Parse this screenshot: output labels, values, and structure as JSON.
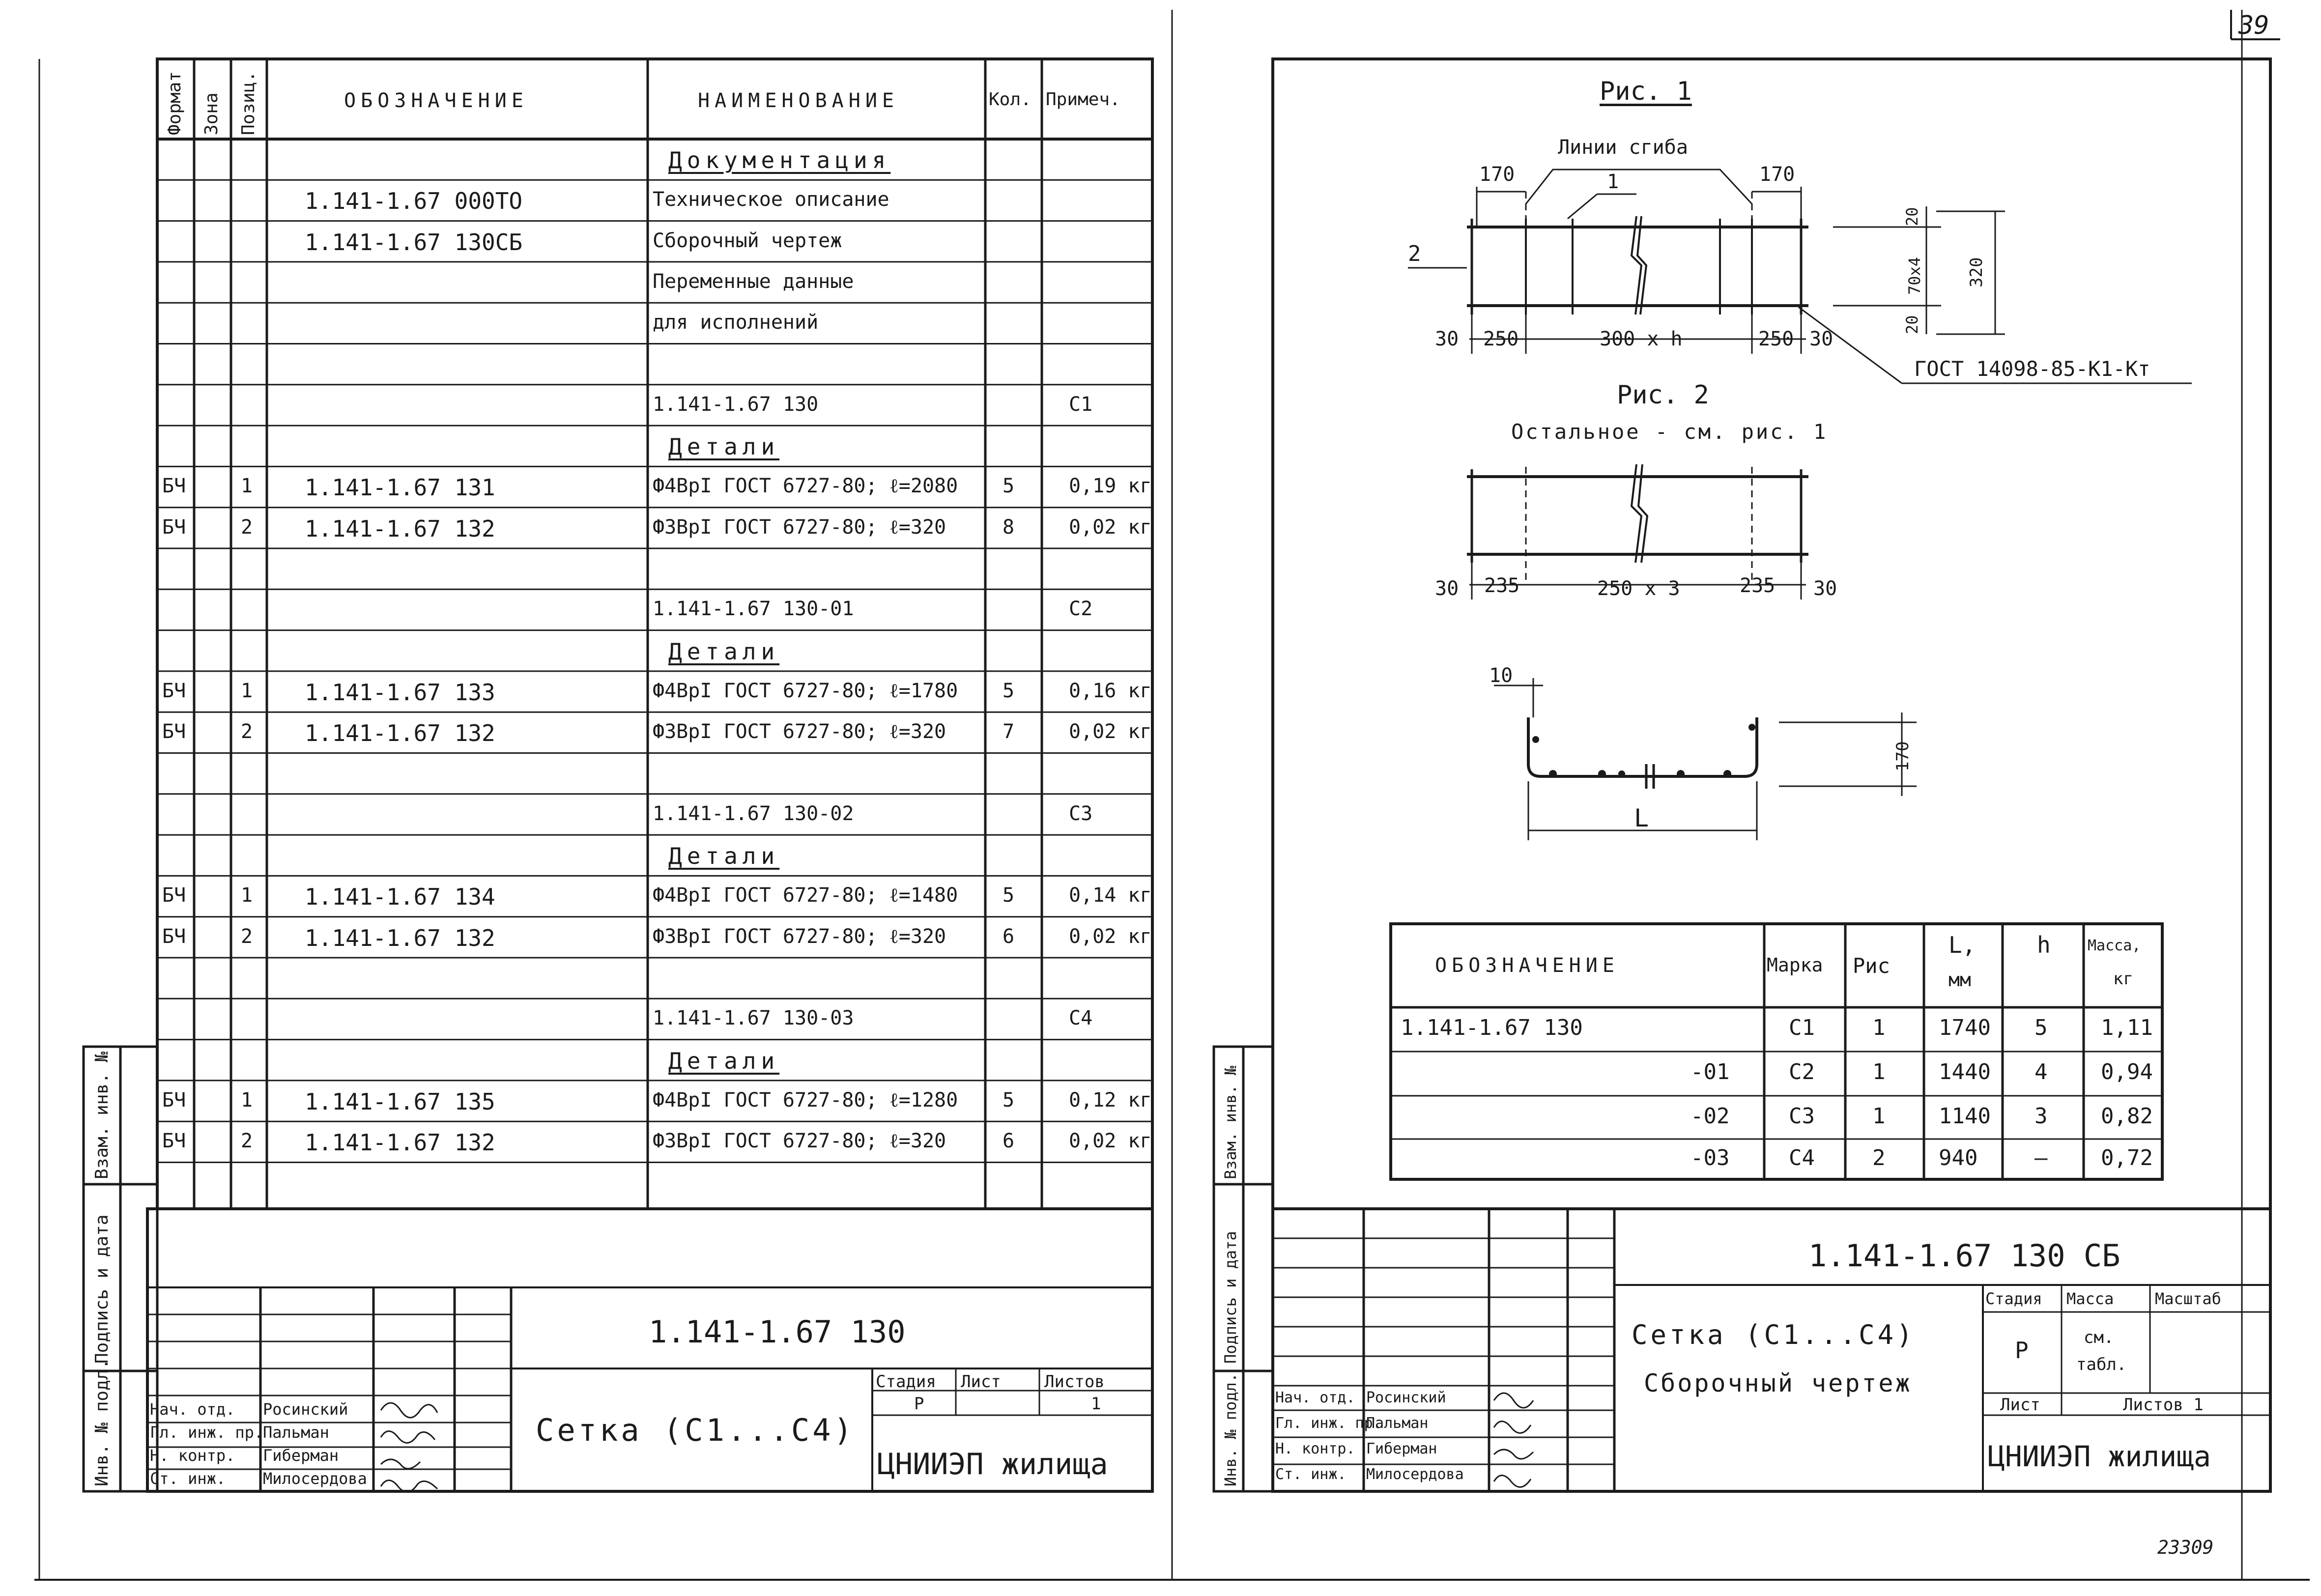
{
  "page_number": "39",
  "archive_number": "23309",
  "spec": {
    "headers": {
      "format": "Формат",
      "zone": "Зона",
      "pos": "Позиц.",
      "designation": "ОБОЗНАЧЕНИЕ",
      "name": "НАИМЕНОВАНИЕ",
      "qty": "Кол.",
      "note": "Примеч."
    },
    "rows": [
      {
        "fmt": "",
        "zone": "",
        "pos": "",
        "des": "",
        "name": "Документация",
        "qty": "",
        "note": "",
        "section": true
      },
      {
        "fmt": "",
        "zone": "",
        "pos": "",
        "des": "1.141-1.67 000ТО",
        "name": "Техническое описание",
        "qty": "",
        "note": ""
      },
      {
        "fmt": "",
        "zone": "",
        "pos": "",
        "des": "1.141-1.67 130СБ",
        "name": "Сборочный чертеж",
        "qty": "",
        "note": ""
      },
      {
        "fmt": "",
        "zone": "",
        "pos": "",
        "des": "",
        "name": "Переменные данные",
        "qty": "",
        "note": ""
      },
      {
        "fmt": "",
        "zone": "",
        "pos": "",
        "des": "",
        "name": "для исполнений",
        "qty": "",
        "note": ""
      },
      {
        "fmt": "",
        "zone": "",
        "pos": "",
        "des": "",
        "name": "",
        "qty": "",
        "note": ""
      },
      {
        "fmt": "",
        "zone": "",
        "pos": "",
        "des": "",
        "name": "1.141-1.67 130",
        "qty": "",
        "note": "С1"
      },
      {
        "fmt": "",
        "zone": "",
        "pos": "",
        "des": "",
        "name": "Детали",
        "qty": "",
        "note": "",
        "section": true
      },
      {
        "fmt": "БЧ",
        "zone": "",
        "pos": "1",
        "des": "1.141-1.67 131",
        "name": "Ф4ВрI ГОСТ 6727-80; ℓ=2080",
        "qty": "5",
        "note": "0,19 кг"
      },
      {
        "fmt": "БЧ",
        "zone": "",
        "pos": "2",
        "des": "1.141-1.67 132",
        "name": "Ф3ВрI ГОСТ 6727-80; ℓ=320",
        "qty": "8",
        "note": "0,02 кг"
      },
      {
        "fmt": "",
        "zone": "",
        "pos": "",
        "des": "",
        "name": "",
        "qty": "",
        "note": ""
      },
      {
        "fmt": "",
        "zone": "",
        "pos": "",
        "des": "",
        "name": "1.141-1.67 130-01",
        "qty": "",
        "note": "С2"
      },
      {
        "fmt": "",
        "zone": "",
        "pos": "",
        "des": "",
        "name": "Детали",
        "qty": "",
        "note": "",
        "section": true
      },
      {
        "fmt": "БЧ",
        "zone": "",
        "pos": "1",
        "des": "1.141-1.67 133",
        "name": "Ф4ВрI ГОСТ 6727-80; ℓ=1780",
        "qty": "5",
        "note": "0,16 кг"
      },
      {
        "fmt": "БЧ",
        "zone": "",
        "pos": "2",
        "des": "1.141-1.67 132",
        "name": "Ф3ВрI ГОСТ 6727-80; ℓ=320",
        "qty": "7",
        "note": "0,02 кг"
      },
      {
        "fmt": "",
        "zone": "",
        "pos": "",
        "des": "",
        "name": "",
        "qty": "",
        "note": ""
      },
      {
        "fmt": "",
        "zone": "",
        "pos": "",
        "des": "",
        "name": "1.141-1.67 130-02",
        "qty": "",
        "note": "С3"
      },
      {
        "fmt": "",
        "zone": "",
        "pos": "",
        "des": "",
        "name": "Детали",
        "qty": "",
        "note": "",
        "section": true
      },
      {
        "fmt": "БЧ",
        "zone": "",
        "pos": "1",
        "des": "1.141-1.67 134",
        "name": "Ф4ВрI ГОСТ 6727-80; ℓ=1480",
        "qty": "5",
        "note": "0,14 кг"
      },
      {
        "fmt": "БЧ",
        "zone": "",
        "pos": "2",
        "des": "1.141-1.67 132",
        "name": "Ф3ВрI ГОСТ 6727-80; ℓ=320",
        "qty": "6",
        "note": "0,02 кг"
      },
      {
        "fmt": "",
        "zone": "",
        "pos": "",
        "des": "",
        "name": "",
        "qty": "",
        "note": ""
      },
      {
        "fmt": "",
        "zone": "",
        "pos": "",
        "des": "",
        "name": "1.141-1.67 130-03",
        "qty": "",
        "note": "С4"
      },
      {
        "fmt": "",
        "zone": "",
        "pos": "",
        "des": "",
        "name": "Детали",
        "qty": "",
        "note": "",
        "section": true
      },
      {
        "fmt": "БЧ",
        "zone": "",
        "pos": "1",
        "des": "1.141-1.67 135",
        "name": "Ф4ВрI ГОСТ 6727-80; ℓ=1280",
        "qty": "5",
        "note": "0,12 кг"
      },
      {
        "fmt": "БЧ",
        "zone": "",
        "pos": "2",
        "des": "1.141-1.67 132",
        "name": "Ф3ВрI ГОСТ 6727-80; ℓ=320",
        "qty": "6",
        "note": "0,02 кг"
      },
      {
        "fmt": "",
        "zone": "",
        "pos": "",
        "des": "",
        "name": "",
        "qty": "",
        "note": ""
      }
    ]
  },
  "left_stamp": {
    "code": "1.141-1.67 130",
    "title": "Сетка (С1...С4)",
    "stage_label": "Стадия",
    "sheet_label": "Лист",
    "sheets_label": "Листов",
    "stage": "Р",
    "sheets": "1",
    "org": "ЦНИИЭП жилища",
    "people": [
      {
        "role": "Нач. отд.",
        "name": "Росинский"
      },
      {
        "role": "Гл. инж. пр.",
        "name": "Пальман"
      },
      {
        "role": "Н. контр.",
        "name": "Гиберман"
      },
      {
        "role": "Ст. инж.",
        "name": "Милосердова"
      }
    ]
  },
  "side_labels": {
    "inv_orig": "Инв. № подл.",
    "sign_date": "Подпись и дата",
    "vzam_inv": "Взам. инв. №"
  },
  "drawing": {
    "fig1": {
      "title": "Рис. 1",
      "bend_lines": "Линии сгиба",
      "pos1": "1",
      "pos2": "2",
      "dim_170_left": "170",
      "dim_170_right": "170",
      "dim_30_left": "30",
      "dim_250_left": "250",
      "dim_mid": "300 x h",
      "dim_250_right": "250",
      "dim_30_right": "30",
      "dim_20_top": "20",
      "dim_70x4": "70x4",
      "dim_20_bot": "20",
      "dim_320": "320",
      "gost": "ГОСТ 14098-85-К1-Кт"
    },
    "fig2": {
      "title": "Рис. 2",
      "note": "Остальное - см. рис. 1",
      "dim_30_left": "30",
      "dim_235_left": "235",
      "dim_mid": "250 x 3",
      "dim_235_right": "235",
      "dim_30_right": "30"
    },
    "section": {
      "dim_10": "10",
      "dim_170": "170",
      "dim_L": "L"
    }
  },
  "variants": {
    "headers": {
      "des": "ОБОЗНАЧЕНИЕ",
      "mark": "Марка",
      "fig": "Рис",
      "L": "L,",
      "L_unit": "мм",
      "h": "h",
      "mass": "Масса,",
      "mass_unit": "кг"
    },
    "rows": [
      {
        "des": "1.141-1.67 130",
        "mark": "С1",
        "fig": "1",
        "L": "1740",
        "h": "5",
        "mass": "1,11"
      },
      {
        "des": "-01",
        "mark": "С2",
        "fig": "1",
        "L": "1440",
        "h": "4",
        "mass": "0,94"
      },
      {
        "des": "-02",
        "mark": "С3",
        "fig": "1",
        "L": "1140",
        "h": "3",
        "mass": "0,82"
      },
      {
        "des": "-03",
        "mark": "С4",
        "fig": "2",
        "L": "940",
        "h": "–",
        "mass": "0,72"
      }
    ]
  },
  "right_stamp": {
    "code": "1.141-1.67 130 СБ",
    "title1": "Сетка (С1...С4)",
    "title2": "Сборочный чертеж",
    "stage_label": "Стадия",
    "mass_label": "Масса",
    "scale_label": "Масштаб",
    "stage": "Р",
    "mass": "см.",
    "mass2": "табл.",
    "sheet_label": "Лист",
    "sheets_label": "Листов 1",
    "org": "ЦНИИЭП жилища",
    "people": [
      {
        "role": "Нач. отд.",
        "name": "Росинский"
      },
      {
        "role": "Гл. инж. пр.",
        "name": "Пальман"
      },
      {
        "role": "Н. контр.",
        "name": "Гиберман"
      },
      {
        "role": "Ст. инж.",
        "name": "Милосердова"
      }
    ]
  }
}
